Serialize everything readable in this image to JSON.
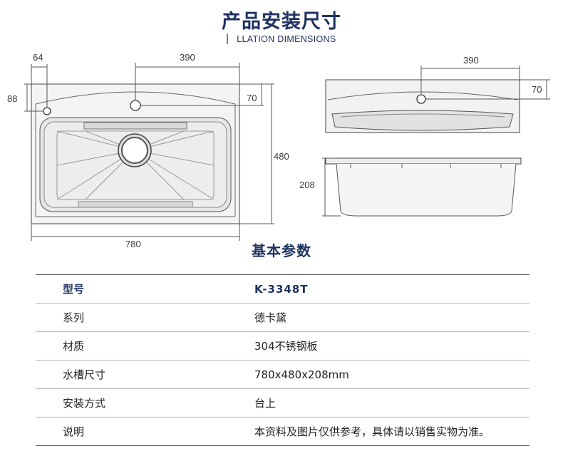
{
  "header": {
    "title": "产品安装尺寸",
    "subtitle": "▏ LLATION DIMENSIONS"
  },
  "dimensions": {
    "top_left_offset": "64",
    "top_hole_offset": "390",
    "left_height": "88",
    "right_offset": "70",
    "overall_height": "480",
    "overall_width": "780",
    "side_hole_offset": "390",
    "side_right_offset": "70",
    "depth": "208"
  },
  "params": {
    "title": "基本参数",
    "rows": [
      {
        "key": "型号",
        "value": "K-3348T"
      },
      {
        "key": "系列",
        "value": "德卡黛"
      },
      {
        "key": "材质",
        "value": "304不锈钢板"
      },
      {
        "key": "水槽尺寸",
        "value": "780x480x208mm"
      },
      {
        "key": "安装方式",
        "value": "台上"
      },
      {
        "key": "说明",
        "value": "本资料及图片仅供参考，具体请以销售实物为准。"
      }
    ]
  }
}
